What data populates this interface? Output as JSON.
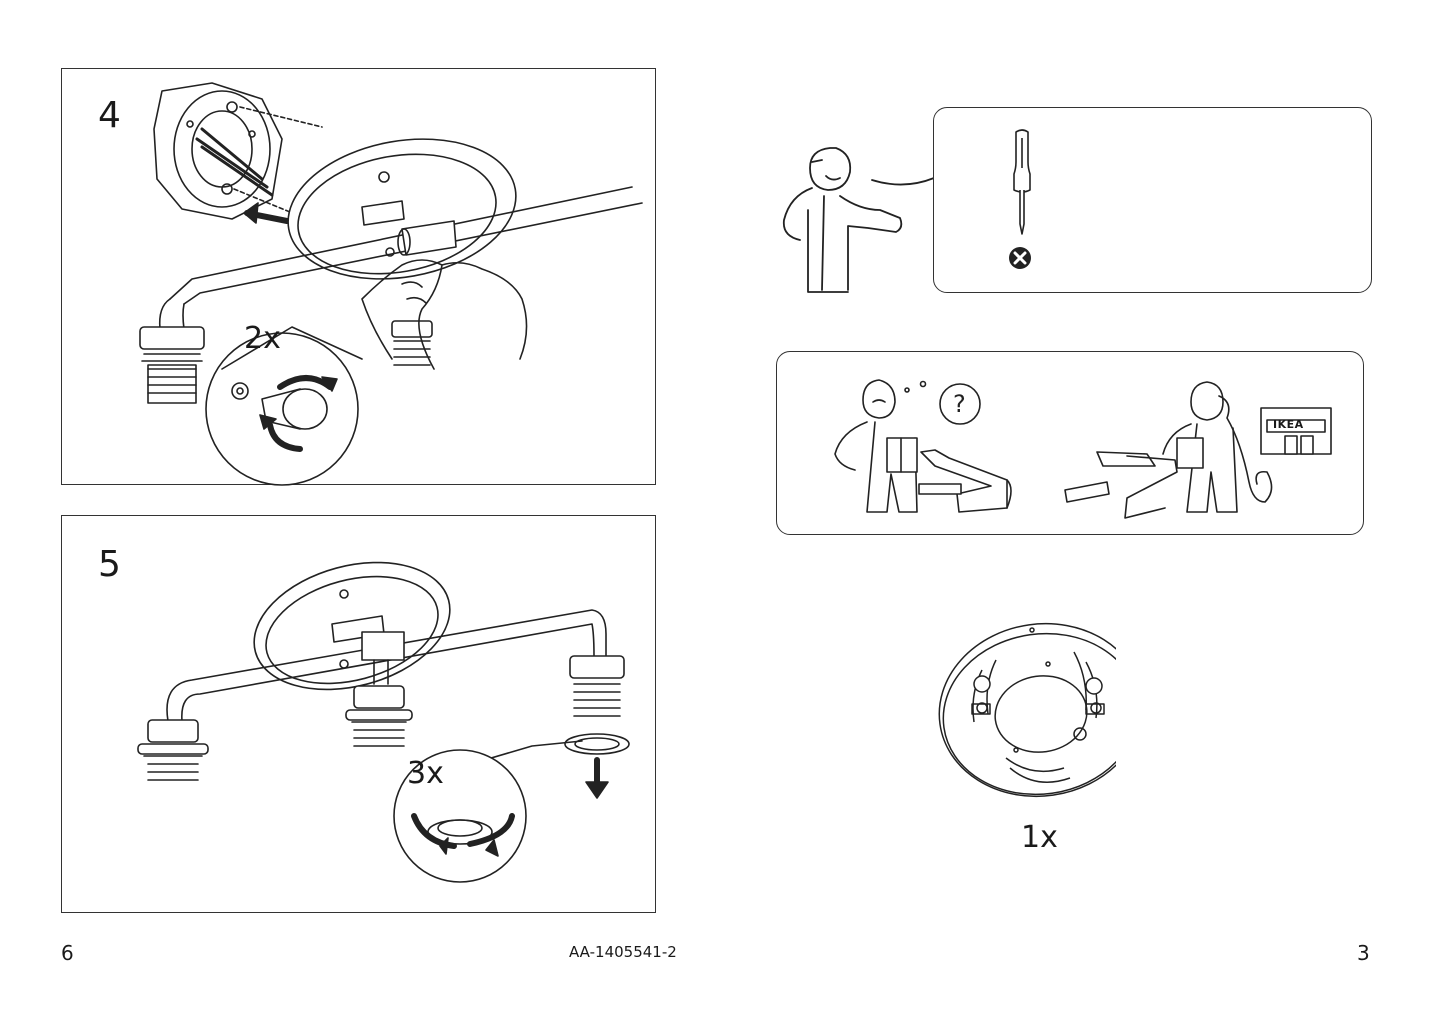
{
  "left_page": {
    "step4": {
      "number": "4",
      "quantity": "2x"
    },
    "step5": {
      "number": "5",
      "quantity": "3x"
    },
    "page_number": "6"
  },
  "footer": {
    "document_code": "AA-1405541-2"
  },
  "right_page": {
    "tools_panel": {
      "tool": "phillips-screwdriver-icon",
      "status": "not-included-x-icon"
    },
    "help_panel": {
      "store_sign": "IKEA"
    },
    "part": {
      "quantity": "1x"
    },
    "page_number": "3"
  }
}
